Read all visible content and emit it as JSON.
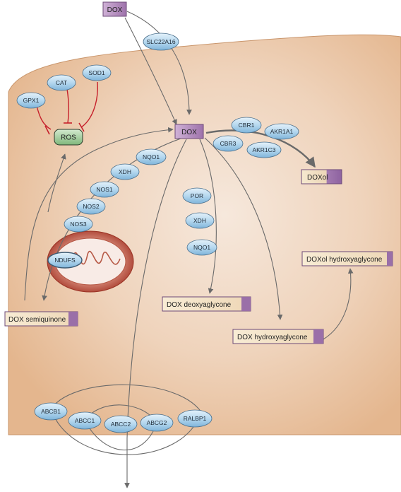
{
  "boxes": {
    "dox_outside": "DOX",
    "dox_center": "DOX",
    "ros": "ROS",
    "doxol": "DOXol",
    "doxol_hydroxyaglycone": "DOXol hydroxyaglycone",
    "dox_deoxyaglycone": "DOX deoxyaglycone",
    "dox_semiquinone": "DOX semiquinone",
    "dox_hydroxyaglycone": "DOX hydroxyaglycone"
  },
  "enzymes": {
    "slc22a16": "SLC22A16",
    "sod1": "SOD1",
    "cat": "CAT",
    "gpx1": "GPX1",
    "cbr1": "CBR1",
    "cbr3": "CBR3",
    "akr1a1": "AKR1A1",
    "akr1c3": "AKR1C3",
    "nqo1_left": "NQO1",
    "xdh_left": "XDH",
    "nos1": "NOS1",
    "nos2": "NOS2",
    "nos3": "NOS3",
    "ndufs": "NDUFS",
    "por": "POR",
    "xdh_mid": "XDH",
    "nqo1_mid": "NQO1",
    "abcb1": "ABCB1",
    "abcc1": "ABCC1",
    "abcc2": "ABCC2",
    "abcg2": "ABCG2",
    "ralbp1": "RALBP1"
  },
  "colors": {
    "cell_fill": "#eac4a3",
    "purple_box": "#b78fc0",
    "beige_box": "#f2e1c2",
    "green_box": "#9ec89a",
    "enzyme_blue": "#a9cfea",
    "mito": "#b8493a",
    "inhibition": "#c6202b"
  }
}
